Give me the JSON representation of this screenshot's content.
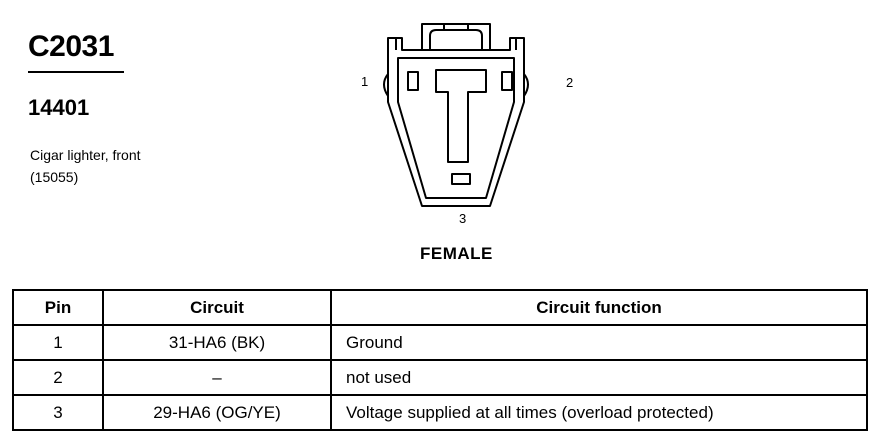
{
  "connector": {
    "id": "C2031",
    "part_number": "14401",
    "description_line1": "Cigar lighter, front",
    "description_line2": "(15055)",
    "gender": "FEMALE",
    "pin_labels": [
      "1",
      "2",
      "3"
    ]
  },
  "table": {
    "headers": [
      "Pin",
      "Circuit",
      "Circuit function"
    ],
    "rows": [
      {
        "pin": "1",
        "circuit": "31-HA6 (BK)",
        "function": "Ground"
      },
      {
        "pin": "2",
        "circuit": "–",
        "function": "not used"
      },
      {
        "pin": "3",
        "circuit": "29-HA6 (OG/YE)",
        "function": "Voltage supplied at all times (overload protected)"
      }
    ]
  }
}
